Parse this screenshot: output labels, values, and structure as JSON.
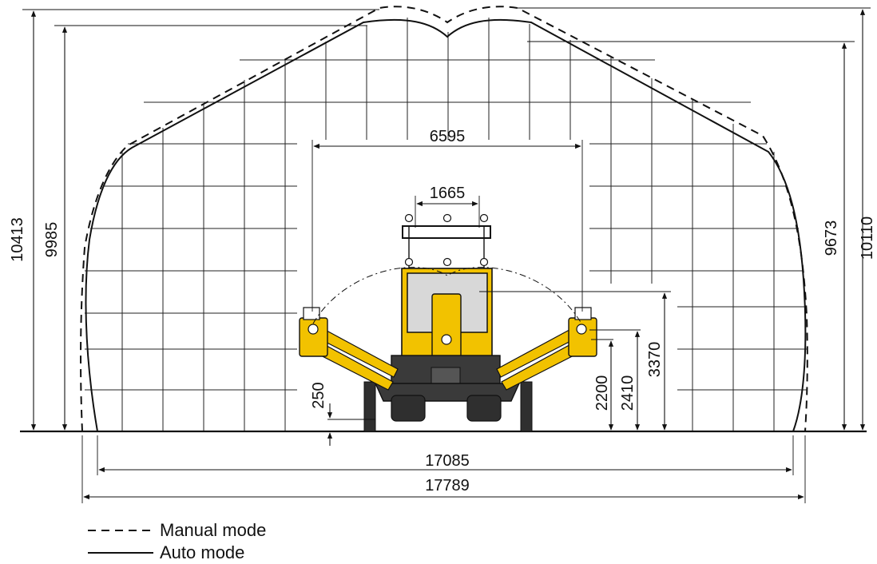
{
  "dimensions": {
    "total_height_manual": "10413",
    "total_height_auto": "9985",
    "right_height_auto": "9673",
    "right_height_manual": "10110",
    "bolter_span": "6595",
    "roof_width": "1665",
    "ground_clearance": "250",
    "height_2200": "2200",
    "height_2410": "2410",
    "height_3370": "3370",
    "width_auto": "17085",
    "width_manual": "17789"
  },
  "legend": {
    "manual_label": "Manual mode",
    "auto_label": "Auto mode"
  },
  "colors": {
    "machine_yellow": "#F2C200",
    "machine_dark": "#3A3A3A",
    "cab_gray": "#D8D8D8",
    "line": "#111111"
  }
}
